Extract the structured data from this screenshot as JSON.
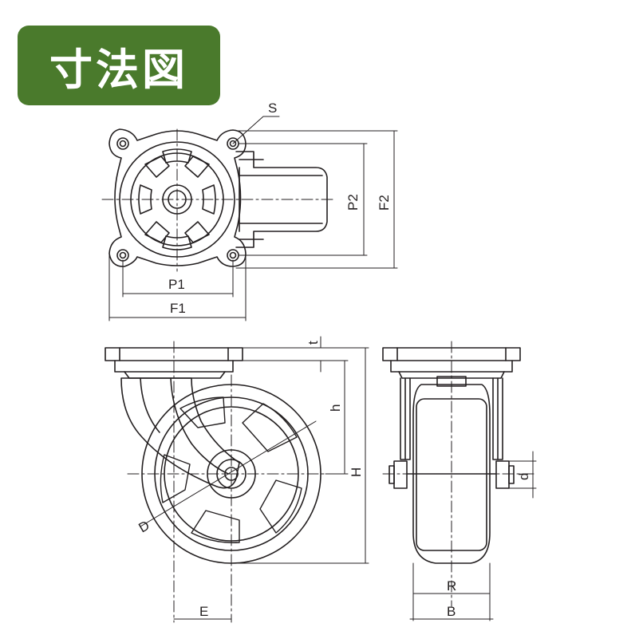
{
  "badge": {
    "text": "寸法図",
    "bg_color": "#4a7a2c",
    "text_color": "#ffffff"
  },
  "line_color": "#231f20",
  "labels": {
    "S": "S",
    "P1": "P1",
    "F1": "F1",
    "P2": "P2",
    "F2": "F2",
    "t": "t",
    "h": "h",
    "H": "H",
    "D": "D",
    "E": "E",
    "d": "d",
    "R": "R",
    "B": "B"
  }
}
